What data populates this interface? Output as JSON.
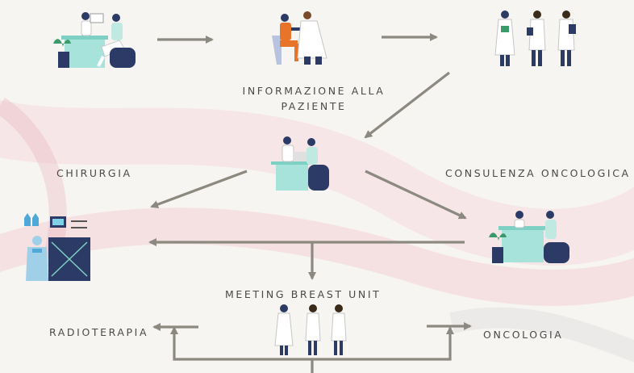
{
  "labels": {
    "info_line1": "INFORMAZIONE ALLA",
    "info_line2": "PAZIENTE",
    "chirurgia": "CHIRURGIA",
    "consulenza": "CONSULENZA ONCOLOGICA",
    "meeting": "MEETING BREAST UNIT",
    "radioterapia": "RADIOTERAPIA",
    "oncologia": "ONCOLOGIA"
  },
  "colors": {
    "background": "#f7f5f1",
    "arrow": "#8c8a80",
    "ribbon": "#f2c9d0",
    "teal": "#9fded4",
    "navy": "#2c3a66",
    "orange": "#e8742a",
    "coat": "#ffffff",
    "plant": "#3a9a6a"
  },
  "icons": {
    "consultation": "doctor-consultation-icon",
    "exam": "blood-pressure-exam-icon",
    "team": "doctor-team-icon",
    "surgery": "surgery-room-icon"
  }
}
